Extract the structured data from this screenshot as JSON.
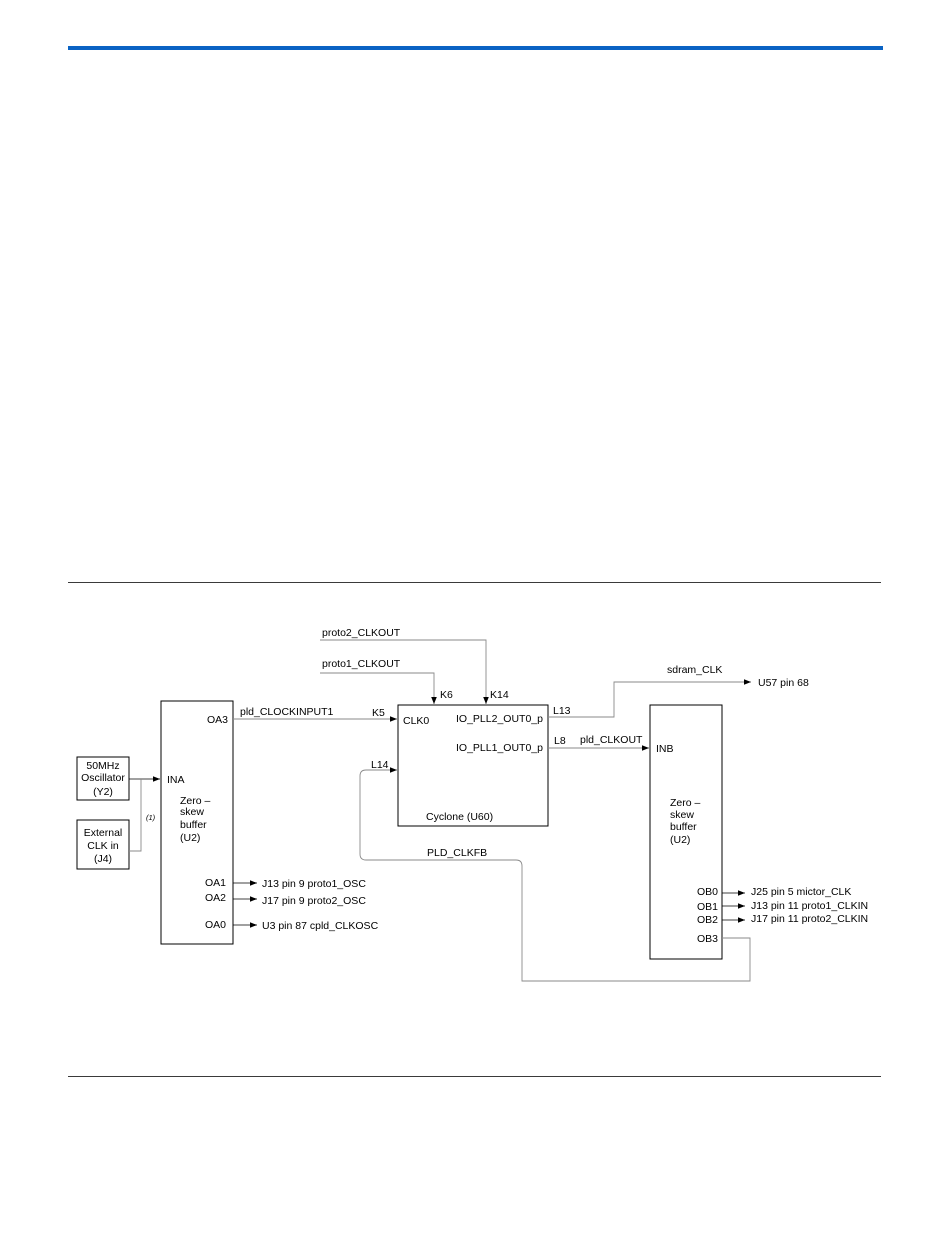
{
  "diagram": {
    "blocks": {
      "osc": [
        "50MHz",
        "Oscillator",
        "(Y2)"
      ],
      "ext": [
        "External",
        "CLK in",
        "(J4)"
      ],
      "buf_left": [
        "Zero –",
        "skew",
        "buffer",
        "(U2)"
      ],
      "buf_right": [
        "Zero –",
        "skew",
        "buffer",
        "(U2)"
      ],
      "cyclone": "Cyclone (U60)"
    },
    "ports": {
      "ina": "INA",
      "oa3": "OA3",
      "oa1": "OA1",
      "oa2": "OA2",
      "oa0": "OA0",
      "clk0": "CLK0",
      "pll2": "IO_PLL2_OUT0_p",
      "pll1": "IO_PLL1_OUT0_p",
      "inb": "INB",
      "ob0": "OB0",
      "ob1": "OB1",
      "ob2": "OB2",
      "ob3": "OB3"
    },
    "pins": {
      "k5": "K5",
      "k6": "K6",
      "k14": "K14",
      "l13": "L13",
      "l8": "L8",
      "l14": "L14"
    },
    "signals": {
      "proto2_clkout": "proto2_CLKOUT",
      "proto1_clkout": "proto1_CLKOUT",
      "pld_clockinput1": "pld_CLOCKINPUT1",
      "sdram_clk": "sdram_CLK",
      "u57": "U57  pin 68",
      "pld_clkout": "pld_CLKOUT",
      "pld_clkfb": "PLD_CLKFB",
      "note": "(1)",
      "oa1_dest": "J13  pin 9  proto1_OSC",
      "oa2_dest": "J17  pin 9  proto2_OSC",
      "oa0_dest": "U3  pin 87  cpld_CLKOSC",
      "ob0_dest": "J25  pin  5    mictor_CLK",
      "ob1_dest": "J13  pin 11  proto1_CLKIN",
      "ob2_dest": "J17  pin 11  proto2_CLKIN"
    }
  }
}
